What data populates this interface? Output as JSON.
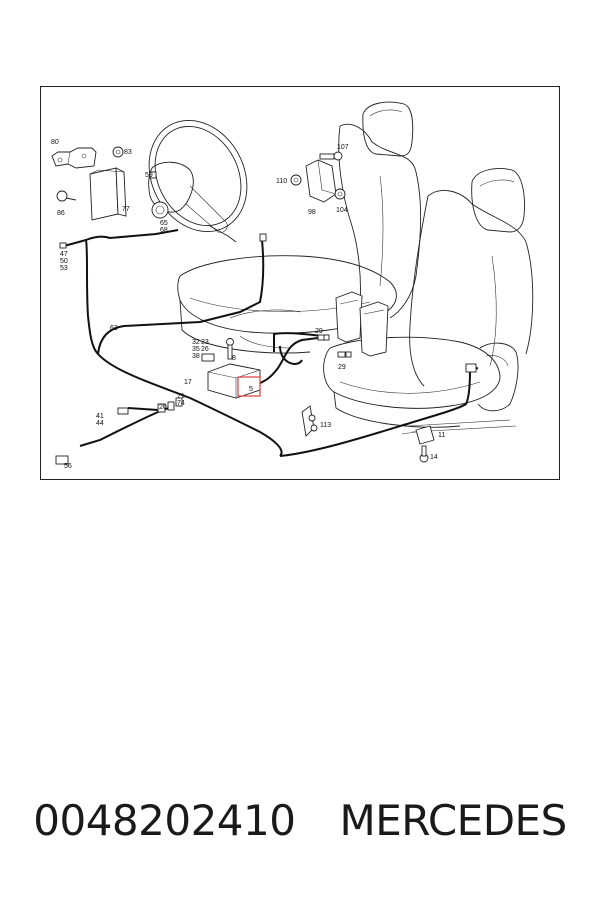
{
  "caption": {
    "part_number": "0048202410",
    "brand": "MERCEDES"
  },
  "callouts": [
    {
      "id": "c80",
      "text": "80"
    },
    {
      "id": "c83",
      "text": "83"
    },
    {
      "id": "c59",
      "text": "59"
    },
    {
      "id": "c77",
      "text": "77"
    },
    {
      "id": "c86",
      "text": "86"
    },
    {
      "id": "c65",
      "text": "65"
    },
    {
      "id": "c68",
      "text": "68"
    },
    {
      "id": "c47",
      "text": "47"
    },
    {
      "id": "c50",
      "text": "50"
    },
    {
      "id": "c53",
      "text": "53"
    },
    {
      "id": "c62",
      "text": "62"
    },
    {
      "id": "c107",
      "text": "107"
    },
    {
      "id": "c110",
      "text": "110"
    },
    {
      "id": "c98",
      "text": "98"
    },
    {
      "id": "c104",
      "text": "104"
    },
    {
      "id": "c29a",
      "text": "29"
    },
    {
      "id": "c29b",
      "text": "29"
    },
    {
      "id": "c32",
      "text": "32"
    },
    {
      "id": "c23",
      "text": "23"
    },
    {
      "id": "c35",
      "text": "35"
    },
    {
      "id": "c26",
      "text": "26"
    },
    {
      "id": "c38",
      "text": "38"
    },
    {
      "id": "c8",
      "text": "8"
    },
    {
      "id": "c17",
      "text": "17"
    },
    {
      "id": "c5",
      "text": "5"
    },
    {
      "id": "c71",
      "text": "71"
    },
    {
      "id": "c74",
      "text": "74"
    },
    {
      "id": "c20",
      "text": "20"
    },
    {
      "id": "c41",
      "text": "41"
    },
    {
      "id": "c44",
      "text": "44"
    },
    {
      "id": "c56",
      "text": "56"
    },
    {
      "id": "c113",
      "text": "113"
    },
    {
      "id": "c11",
      "text": "11"
    },
    {
      "id": "c14",
      "text": "14"
    }
  ],
  "colors": {
    "highlight": "#e23b3b",
    "line": "#222222",
    "background": "#ffffff"
  }
}
